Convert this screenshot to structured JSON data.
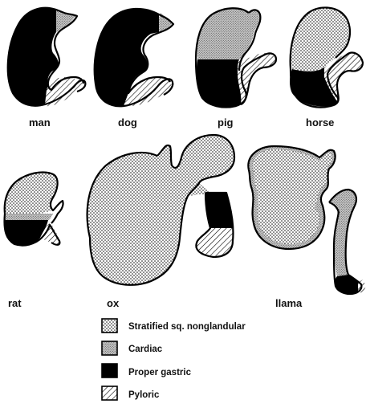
{
  "stomachs": [
    {
      "id": "man",
      "label": "man",
      "regions": [
        "cardiac",
        "proper_gastric",
        "pyloric"
      ]
    },
    {
      "id": "dog",
      "label": "dog",
      "regions": [
        "cardiac",
        "proper_gastric",
        "pyloric"
      ]
    },
    {
      "id": "pig",
      "label": "pig",
      "regions": [
        "cardiac",
        "proper_gastric",
        "pyloric"
      ]
    },
    {
      "id": "horse",
      "label": "horse",
      "regions": [
        "stratified",
        "proper_gastric",
        "pyloric"
      ]
    },
    {
      "id": "rat",
      "label": "rat",
      "regions": [
        "stratified",
        "cardiac",
        "proper_gastric",
        "pyloric"
      ]
    },
    {
      "id": "ox",
      "label": "ox",
      "regions": [
        "stratified",
        "proper_gastric",
        "pyloric"
      ]
    },
    {
      "id": "llama",
      "label": "llama",
      "regions": [
        "stratified",
        "cardiac",
        "proper_gastric"
      ]
    }
  ],
  "legend": [
    {
      "key": "stratified",
      "label": "Stratified sq. nonglandular",
      "pattern": "dots"
    },
    {
      "key": "cardiac",
      "label": "Cardiac",
      "pattern": "fine-dots"
    },
    {
      "key": "proper_gastric",
      "label": "Proper gastric",
      "pattern": "solid"
    },
    {
      "key": "pyloric",
      "label": "Pyloric",
      "pattern": "hatch"
    }
  ],
  "colors": {
    "ink": "#000000",
    "paper": "#ffffff"
  }
}
